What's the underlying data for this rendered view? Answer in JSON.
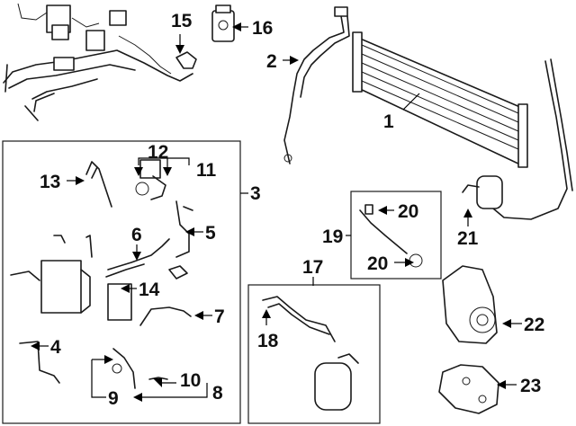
{
  "callouts": {
    "c1": "1",
    "c2": "2",
    "c3": "3",
    "c4": "4",
    "c5": "5",
    "c6": "6",
    "c7": "7",
    "c8": "8",
    "c9": "9",
    "c10": "10",
    "c11": "11",
    "c12": "12",
    "c13": "13",
    "c14": "14",
    "c15": "15",
    "c16": "16",
    "c17": "17",
    "c18": "18",
    "c19": "19",
    "c20a": "20",
    "c20b": "20",
    "c21": "21",
    "c22": "22",
    "c23": "23"
  }
}
